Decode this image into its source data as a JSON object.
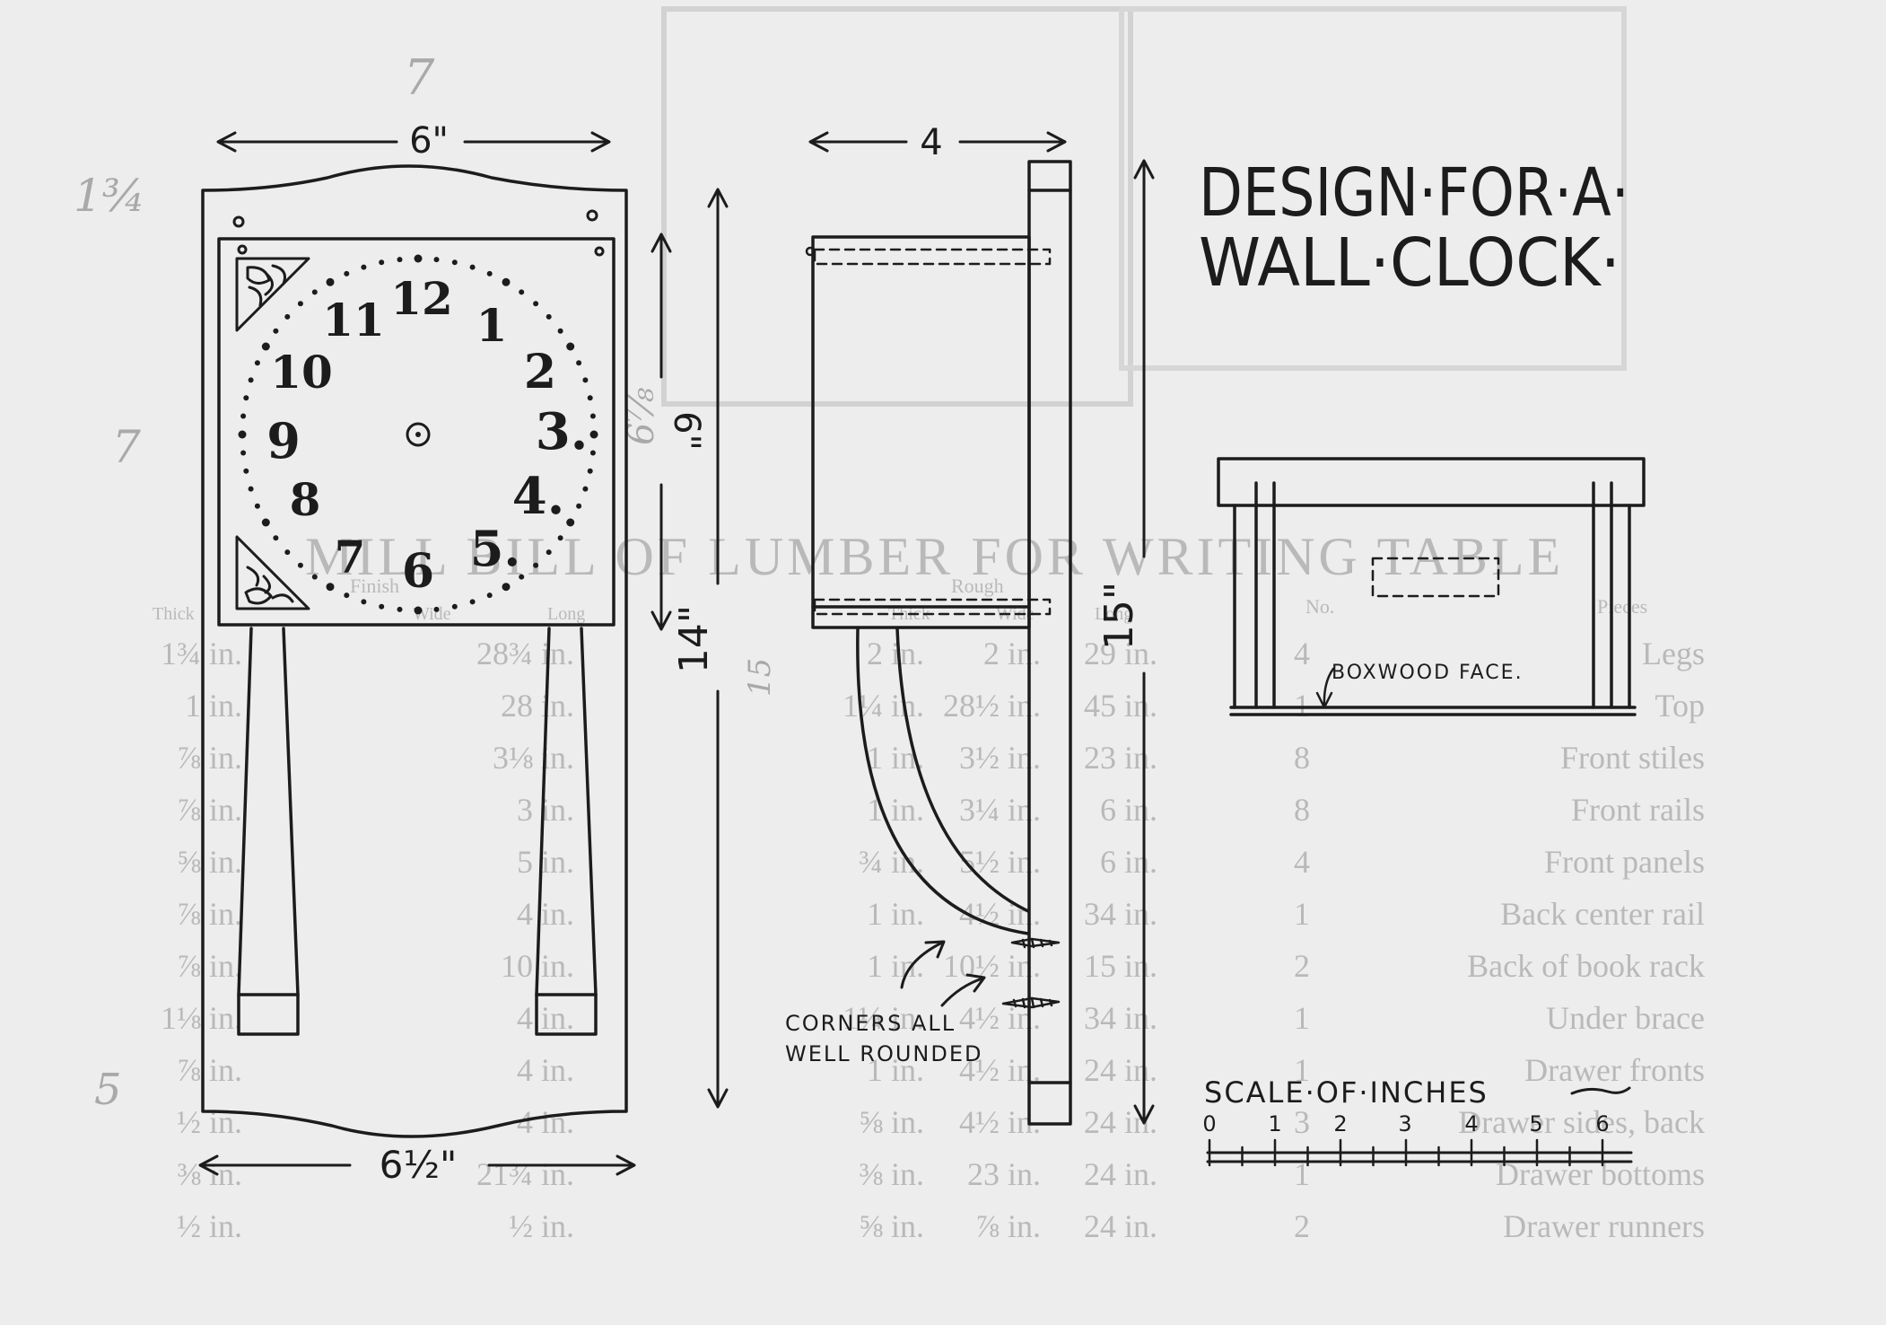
{
  "title": {
    "line1": "DESIGN·FOR·A·",
    "line2": "WALL·CLOCK·"
  },
  "front_view": {
    "width_top": "6\"",
    "width_bottom": "6½\"",
    "dial_height": "6\"",
    "dial_numerals": [
      "12",
      "1",
      "2",
      "3.",
      "4.",
      "5.",
      "6",
      "7",
      "8",
      "9",
      "10",
      "11"
    ]
  },
  "side_view": {
    "depth": "4",
    "case_height": "14\"",
    "total_height": "15\"",
    "note_line1": "CORNERS ALL",
    "note_line2": "WELL ROUNDED"
  },
  "top_view": {
    "label": "BOXWOOD FACE."
  },
  "scale": {
    "label": "SCALE·OF·INCHES",
    "ticks": [
      "0",
      "1",
      "2",
      "3",
      "4",
      "5",
      "6"
    ]
  },
  "pencil_marks": [
    "7",
    "1¾",
    "7",
    "5",
    "6⅞",
    "15"
  ],
  "bleed_through": {
    "heading": "MILL BILL OF LUMBER FOR WRITING TABLE",
    "col_headers": [
      "Pieces",
      "No.",
      "Rough",
      "Finish"
    ],
    "col_sub_headers": [
      "Long",
      "Wide",
      "Thick",
      "Long",
      "Wide",
      "Thick"
    ],
    "rows": [
      {
        "piece": "Legs",
        "no": "4",
        "r_long": "29 in.",
        "r_wide": "2 in.",
        "r_thick": "2 in.",
        "f_long": "28¾ in.",
        "f_thick": "1¾ in."
      },
      {
        "piece": "Top",
        "no": "1",
        "r_long": "45 in.",
        "r_wide": "28½ in.",
        "r_thick": "1¼ in.",
        "f_long": "28 in.",
        "f_thick": "1 in."
      },
      {
        "piece": "Front stiles",
        "no": "8",
        "r_long": "23 in.",
        "r_wide": "3½ in.",
        "r_thick": "1 in.",
        "f_long": "3⅛ in.",
        "f_thick": "⅞ in."
      },
      {
        "piece": "Front rails",
        "no": "8",
        "r_long": "6 in.",
        "r_wide": "3¼ in.",
        "r_thick": "1 in.",
        "f_long": "3 in.",
        "f_thick": "⅞ in."
      },
      {
        "piece": "Front panels",
        "no": "4",
        "r_long": "6 in.",
        "r_wide": "5½ in.",
        "r_thick": "¾ in.",
        "f_long": "5 in.",
        "f_thick": "⅝ in."
      },
      {
        "piece": "Back center rail",
        "no": "1",
        "r_long": "34 in.",
        "r_wide": "4½ in.",
        "r_thick": "1 in.",
        "f_long": "4 in.",
        "f_thick": "⅞ in."
      },
      {
        "piece": "Back of book rack",
        "no": "2",
        "r_long": "15 in.",
        "r_wide": "10½ in.",
        "r_thick": "1 in.",
        "f_long": "10 in.",
        "f_thick": "⅞ in."
      },
      {
        "piece": "Under brace",
        "no": "1",
        "r_long": "34 in.",
        "r_wide": "4½ in.",
        "r_thick": "1¼ in.",
        "f_long": "4 in.",
        "f_thick": "1⅛ in."
      },
      {
        "piece": "Drawer fronts",
        "no": "1",
        "r_long": "24 in.",
        "r_wide": "4½ in.",
        "r_thick": "1 in.",
        "f_long": "4 in.",
        "f_thick": "⅞ in."
      },
      {
        "piece": "Drawer sides, back",
        "no": "3",
        "r_long": "24 in.",
        "r_wide": "4½ in.",
        "r_thick": "⅝ in.",
        "f_long": "4 in.",
        "f_thick": "½ in."
      },
      {
        "piece": "Drawer bottoms",
        "no": "1",
        "r_long": "24 in.",
        "r_wide": "23 in.",
        "r_thick": "⅜ in.",
        "f_long": "21¾ in.",
        "f_thick": "⅜ in."
      },
      {
        "piece": "Drawer runners",
        "no": "2",
        "r_long": "24 in.",
        "r_wide": "⅞ in.",
        "r_thick": "⅝ in.",
        "f_long": "½ in.",
        "f_thick": "½ in."
      }
    ]
  }
}
